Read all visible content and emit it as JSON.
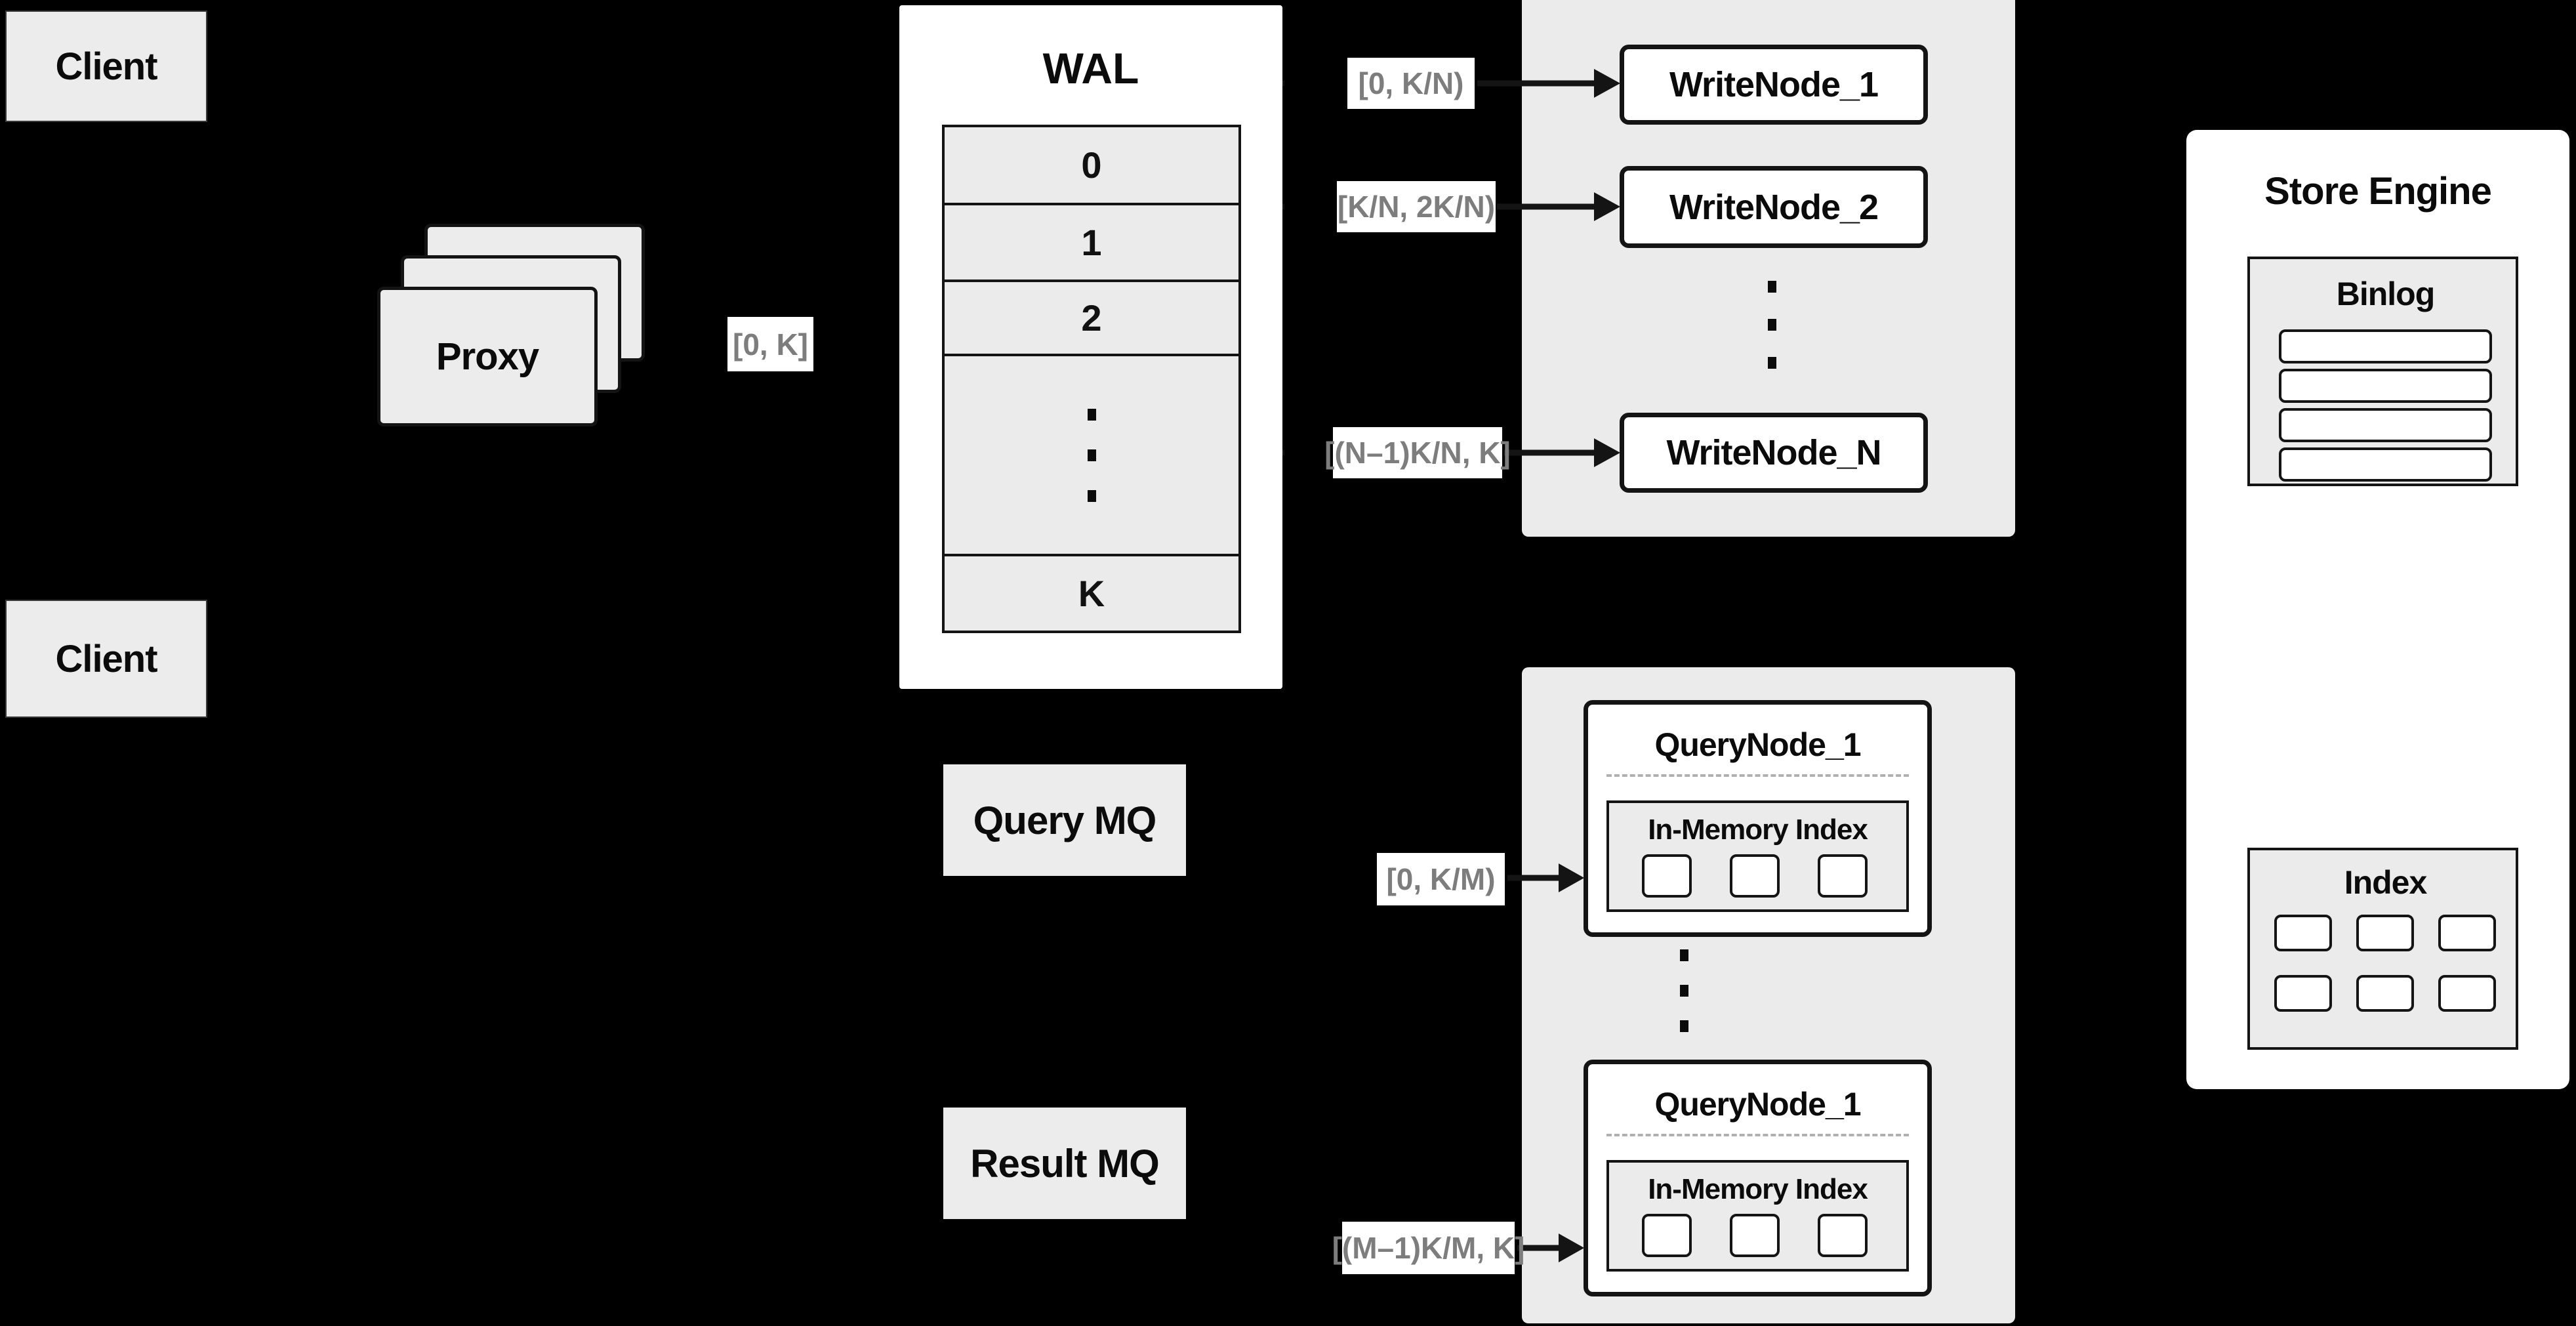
{
  "diagram": {
    "clients": {
      "top": "Client",
      "bottom": "Client"
    },
    "proxy": {
      "label": "Proxy",
      "range_label": "[0, K]"
    },
    "wal": {
      "title": "WAL",
      "rows": [
        "0",
        "1",
        "2"
      ],
      "last_row": "K"
    },
    "write_nodes": {
      "nodes": [
        {
          "label": "WriteNode_1",
          "range": "[0,  K/N)"
        },
        {
          "label": "WriteNode_2",
          "range": "[K/N, 2K/N)"
        },
        {
          "label": "WriteNode_N",
          "range": "[(N–1)K/N,  K]"
        }
      ]
    },
    "mq": {
      "query": "Query MQ",
      "result": "Result MQ"
    },
    "query_nodes": {
      "nodes": [
        {
          "label": "QueryNode_1",
          "inner_title": "In-Memory Index",
          "range": "[0, K/M)"
        },
        {
          "label": "QueryNode_1",
          "inner_title": "In-Memory Index",
          "range": "[(M–1)K/M, K]"
        }
      ]
    },
    "store_engine": {
      "title": "Store Engine",
      "binlog_title": "Binlog",
      "index_title": "Index"
    },
    "colors": {
      "background": "#000000",
      "panel_gray": "#ebebeb",
      "box_white": "#ffffff",
      "line_black": "#141414",
      "muted_text": "#7d7d7d"
    }
  }
}
